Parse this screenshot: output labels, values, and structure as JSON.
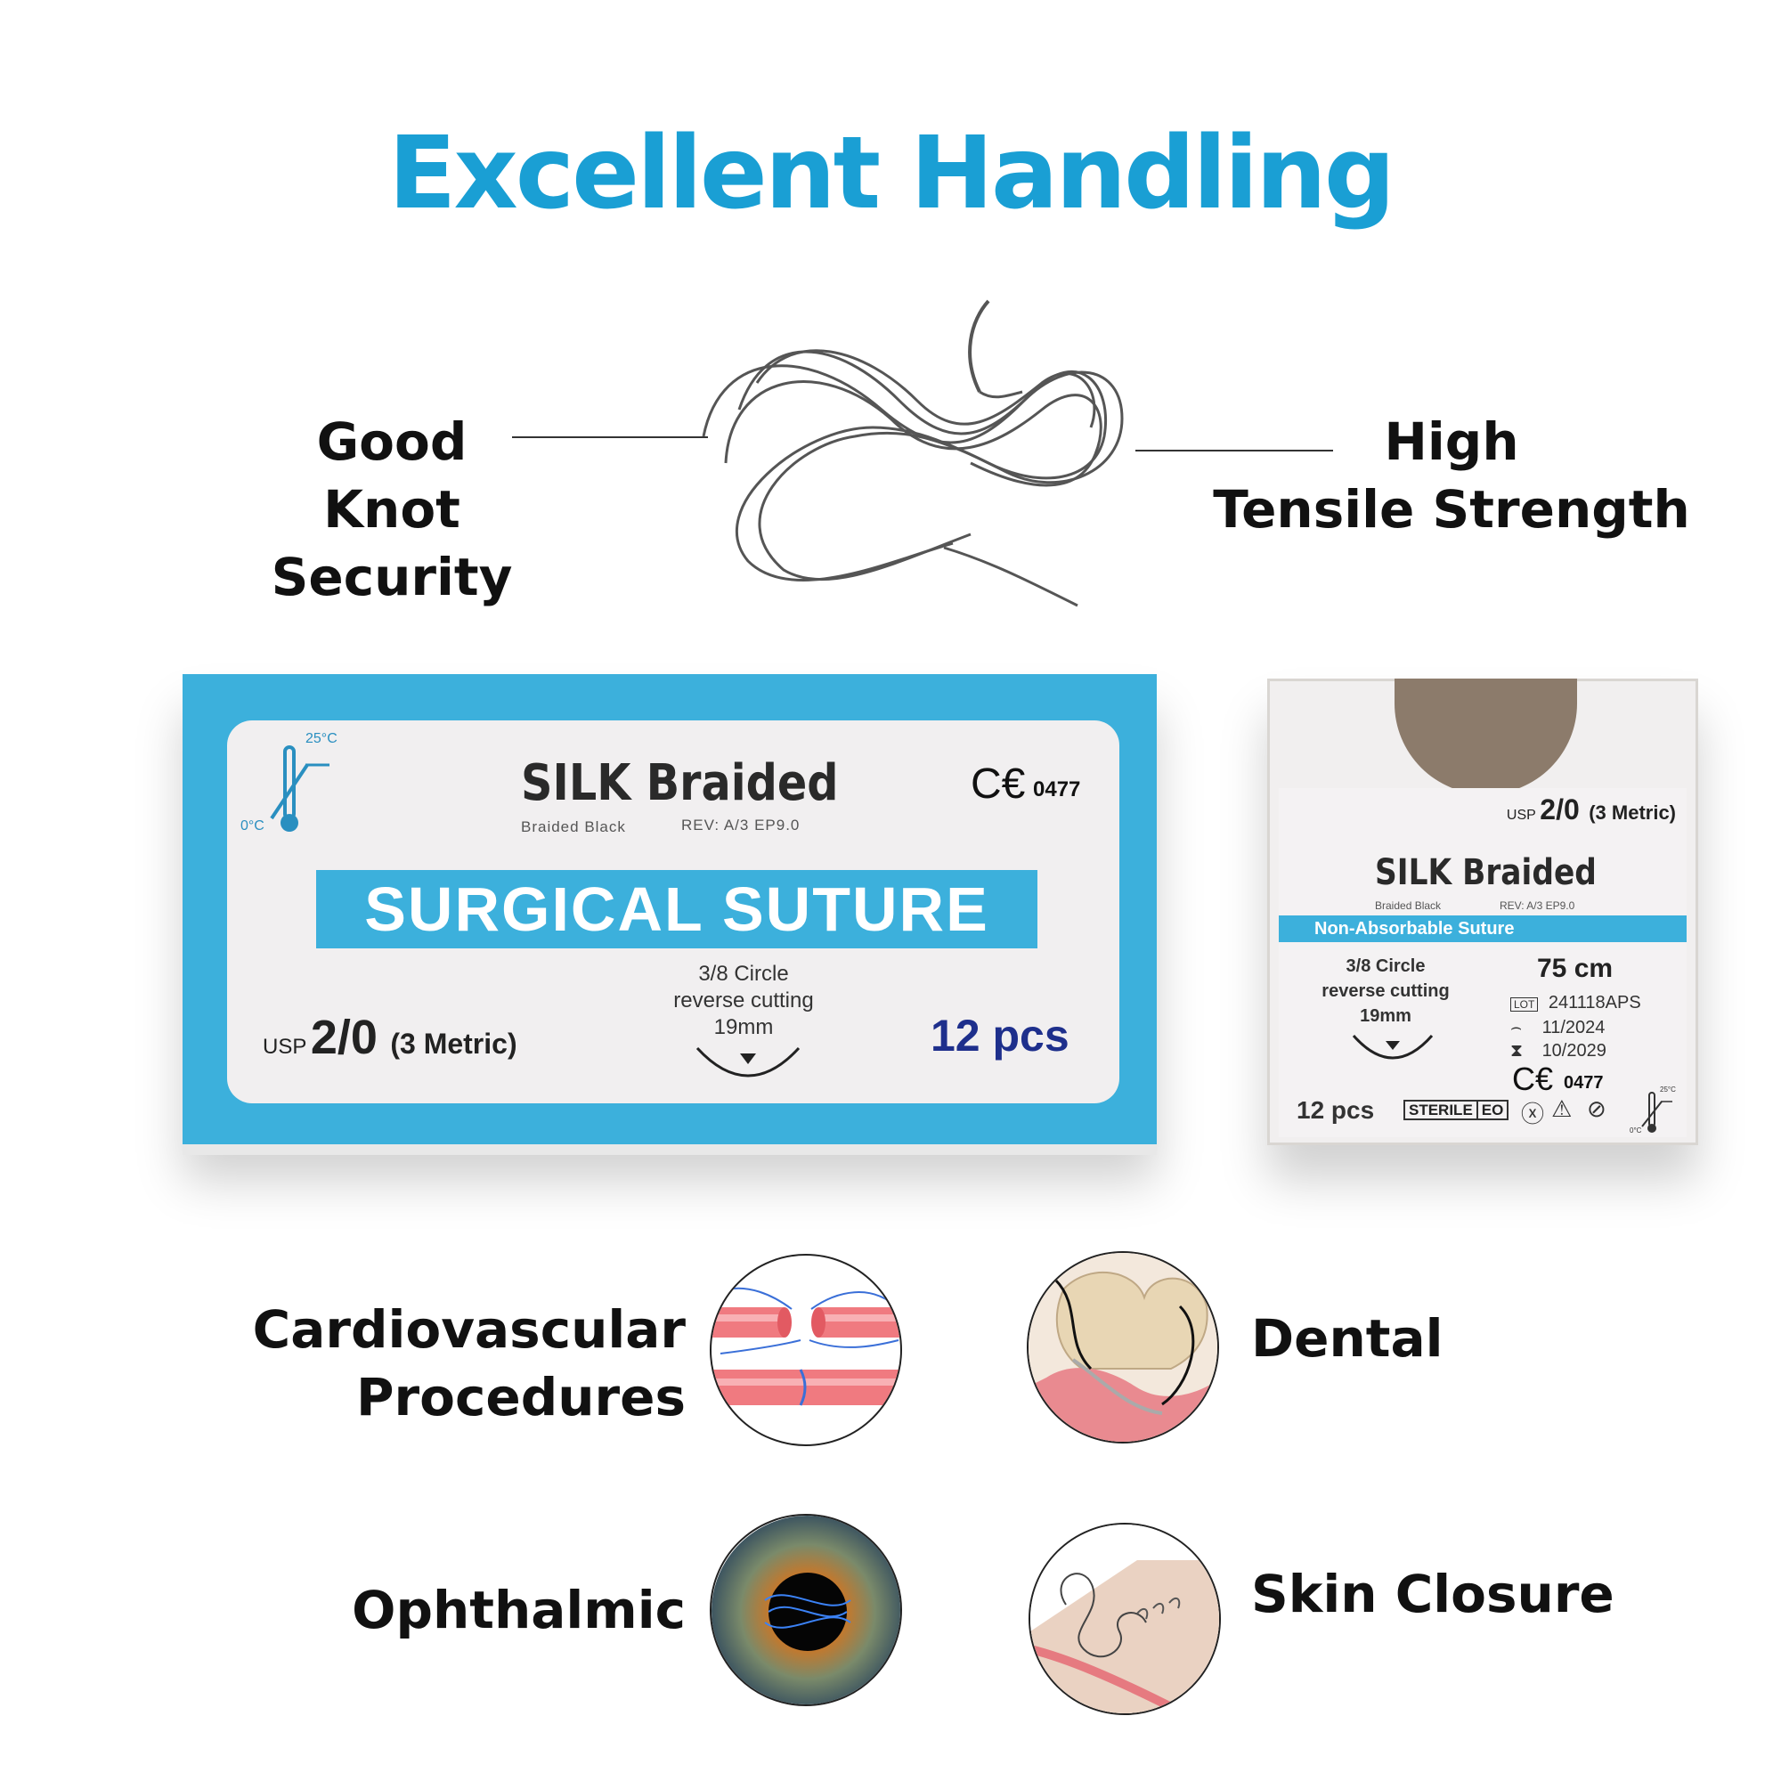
{
  "headline": "Excellent Handling",
  "features": {
    "left": [
      "Good",
      "Knot Security"
    ],
    "right": [
      "High",
      "Tensile Strength"
    ]
  },
  "long_box": {
    "brand": "SILK Braided",
    "sub_left": "Braided Black",
    "sub_right": "REV: A/3 EP9.0",
    "ce_mark": "C€",
    "ce_number": "0477",
    "temp_high": "25°C",
    "temp_low": "0°C",
    "band": "SURGICAL SUTURE",
    "needle": [
      "3/8 Circle",
      "reverse cutting",
      "19mm"
    ],
    "usp_label": "USP",
    "usp_size": "2/0",
    "metric": "(3 Metric)",
    "pcs": "12 pcs"
  },
  "small_box": {
    "usp_label": "USP",
    "usp_size": "2/0",
    "metric": "(3 Metric)",
    "brand": "SILK Braided",
    "sub_left": "Braided Black",
    "sub_right": "REV: A/3 EP9.0",
    "band": "Non-Absorbable Suture",
    "needle": [
      "3/8 Circle",
      "reverse cutting",
      "19mm"
    ],
    "length": "75 cm",
    "lot_tag": "LOT",
    "lot": "241118APS",
    "mfg_date": "11/2024",
    "exp_date": "10/2029",
    "ce_mark": "C€",
    "ce_number": "0477",
    "pcs": "12 pcs",
    "sterile": "STERILE",
    "eo": "EO",
    "temp_high": "25°C",
    "temp_low": "0°C"
  },
  "applications": {
    "cardio": [
      "Cardiovascular",
      "Procedures"
    ],
    "dental": "Dental",
    "ophthalmic": "Ophthalmic",
    "skin": "Skin Closure"
  },
  "colors": {
    "accent": "#1a9fd4",
    "box_blue": "#3cb0dc",
    "pcs_navy": "#1e2f8c"
  }
}
